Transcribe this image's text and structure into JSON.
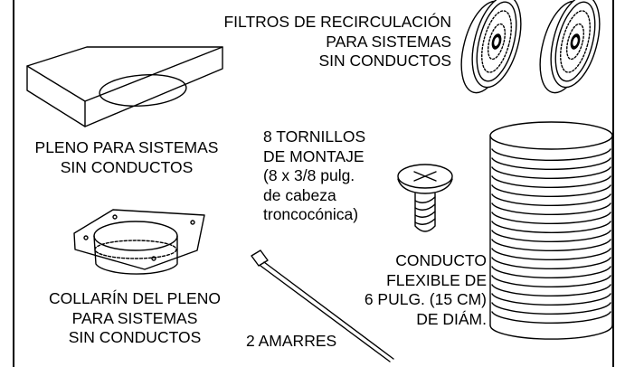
{
  "labels": {
    "filters": [
      "FILTROS DE RECIRCULACIÓN",
      "PARA SISTEMAS",
      "SIN CONDUCTOS"
    ],
    "plenum": [
      "PLENO PARA SISTEMAS",
      "SIN CONDUCTOS"
    ],
    "screws": [
      "8 TORNILLOS",
      "DE MONTAJE",
      "(8 x 3/8 pulg.",
      "de cabeza",
      "troncocónica)"
    ],
    "collar": [
      "COLLARÍN DEL PLENO",
      "PARA SISTEMAS",
      "SIN CONDUCTOS"
    ],
    "ties": [
      "2 AMARRES"
    ],
    "duct": [
      "CONDUCTO",
      "FLEXIBLE DE",
      "6 PULG. (15 CM)",
      "DE DIÁM."
    ]
  }
}
